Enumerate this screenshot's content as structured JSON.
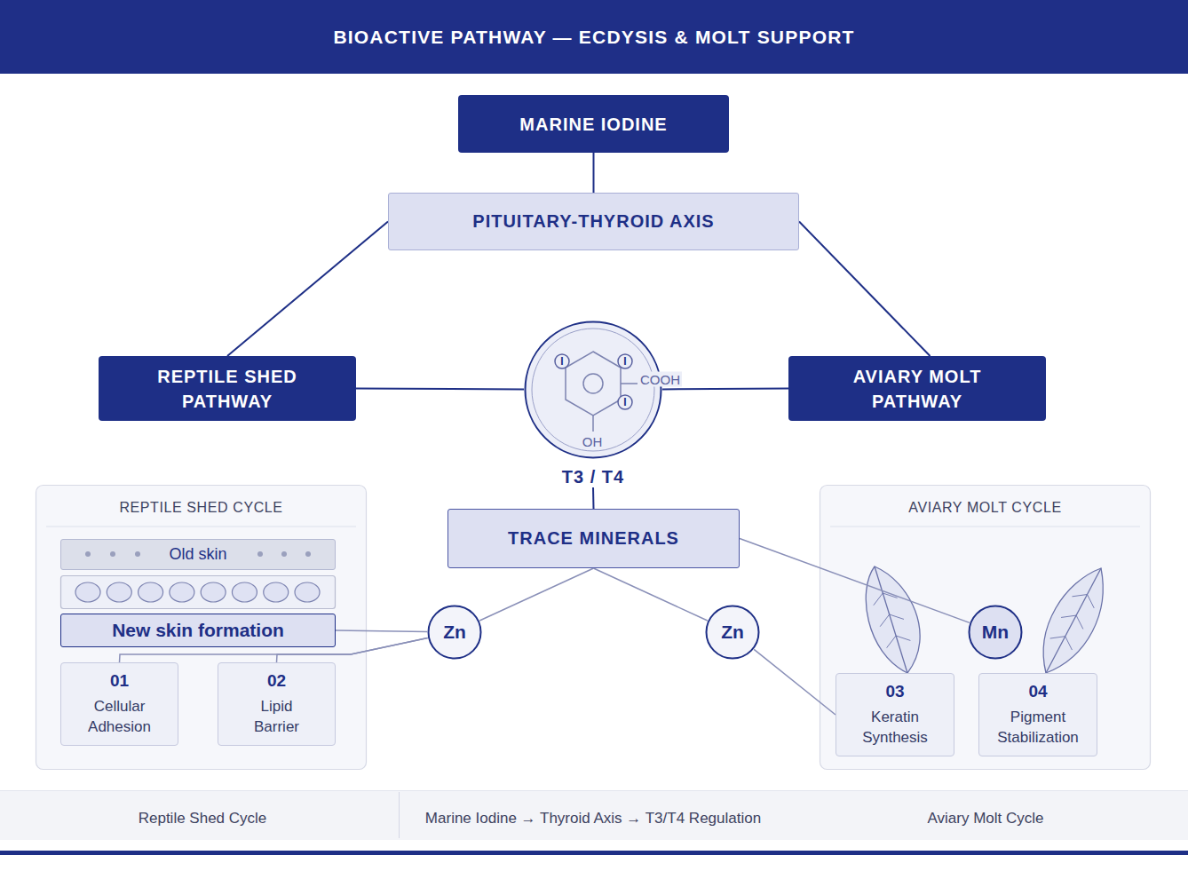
{
  "diagram": {
    "title": "BIOACTIVE PATHWAY — ECDYSIS & MOLT SUPPORT",
    "nodes": [
      {
        "text": [
          "MARINE IODINE"
        ]
      },
      {
        "text": [
          "PITUITARY-THYROID AXIS"
        ]
      },
      {
        "text": [
          "REPTILE SHED PATHWAY"
        ]
      },
      {
        "text": [
          "T3 / T4"
        ]
      },
      {
        "text": [
          "AVIARY MOLT PATHWAY"
        ]
      },
      {
        "text": [
          "REPTILE SHED CYCLE"
        ]
      },
      {
        "text": [
          "Old skin"
        ],
        "in": 5
      },
      {
        "text": [
          "New skin formation"
        ],
        "in": 5
      },
      {
        "text": [
          "01",
          "Cellular Adhesion"
        ],
        "in": 5
      },
      {
        "text": [
          "02",
          "Lipid Barrier"
        ],
        "in": 5
      },
      {
        "text": [
          "TRACE MINERALS"
        ]
      },
      {
        "text": [
          "Zn"
        ]
      },
      {
        "text": [
          "Zn"
        ]
      },
      {
        "text": [
          "AVIARY MOLT CYCLE"
        ]
      },
      {
        "text": [
          "Mn"
        ],
        "in": 13
      },
      {
        "text": [
          "03",
          "Keratin Synthesis"
        ],
        "in": 13
      },
      {
        "text": [
          "04",
          "Pigment Stabilization"
        ],
        "in": 13
      }
    ],
    "edges": [
      {
        "from": 0,
        "to": 1,
        "arrow": "none"
      },
      {
        "from": 1,
        "to": 2,
        "arrow": "none"
      },
      {
        "from": 1,
        "to": 4,
        "arrow": "none"
      },
      {
        "from": 2,
        "to": 3,
        "arrow": "none"
      },
      {
        "from": 3,
        "to": 4,
        "arrow": "none"
      },
      {
        "from": 3,
        "to": 10,
        "arrow": "none"
      },
      {
        "from": 10,
        "to": 11,
        "arrow": "none"
      },
      {
        "from": 10,
        "to": 12,
        "arrow": "none"
      },
      {
        "from": 10,
        "to": 14,
        "arrow": "none"
      },
      {
        "from": 11,
        "to": 7,
        "arrow": "none"
      },
      {
        "from": 11,
        "to": 8,
        "arrow": "none"
      },
      {
        "from": 11,
        "to": 9,
        "arrow": "none"
      },
      {
        "from": 12,
        "to": 15,
        "arrow": "none"
      }
    ],
    "labels": [
      "I",
      "I",
      "I",
      "COOH",
      "OH",
      "Reptile Shed Cycle",
      "Marine Iodine → Thyroid Axis → T3/T4 Regulation",
      "Aviary Molt Cycle"
    ]
  }
}
